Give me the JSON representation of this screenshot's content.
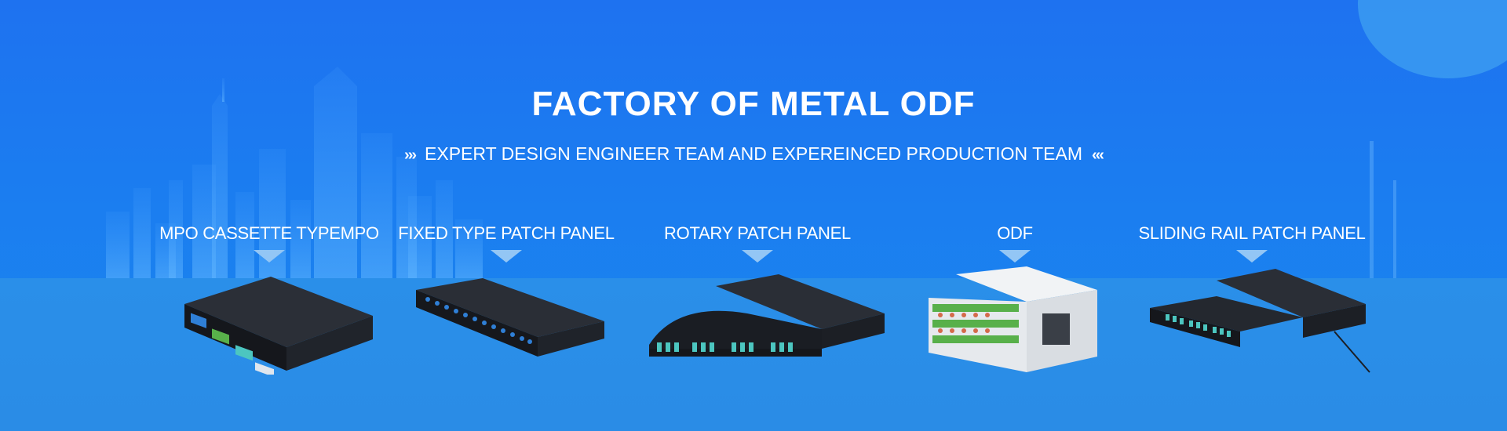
{
  "banner": {
    "title": "FACTORY OF METAL ODF",
    "subtitle": "EXPERT DESIGN ENGINEER TEAM AND EXPEREINCED PRODUCTION TEAM",
    "subtitle_left_chevrons": "›››",
    "subtitle_right_chevrons": "‹‹‹"
  },
  "products": [
    {
      "label": "MPO CASSETTE TYPEMPO"
    },
    {
      "label": "FIXED TYPE PATCH PANEL"
    },
    {
      "label": "ROTARY PATCH PANEL"
    },
    {
      "label": "ODF"
    },
    {
      "label": "SLIDING RAIL PATCH PANEL"
    }
  ],
  "colors": {
    "background_top": "#1e72f0",
    "floor": "#2a8ce6",
    "arrow": "#93c6f5",
    "text": "#ffffff",
    "panel_body": "#1c1f26",
    "adapter_blue": "#2f7fd6",
    "adapter_aqua": "#4cc6c0",
    "adapter_green": "#58b04a",
    "odf_frame": "#e9ecef"
  }
}
